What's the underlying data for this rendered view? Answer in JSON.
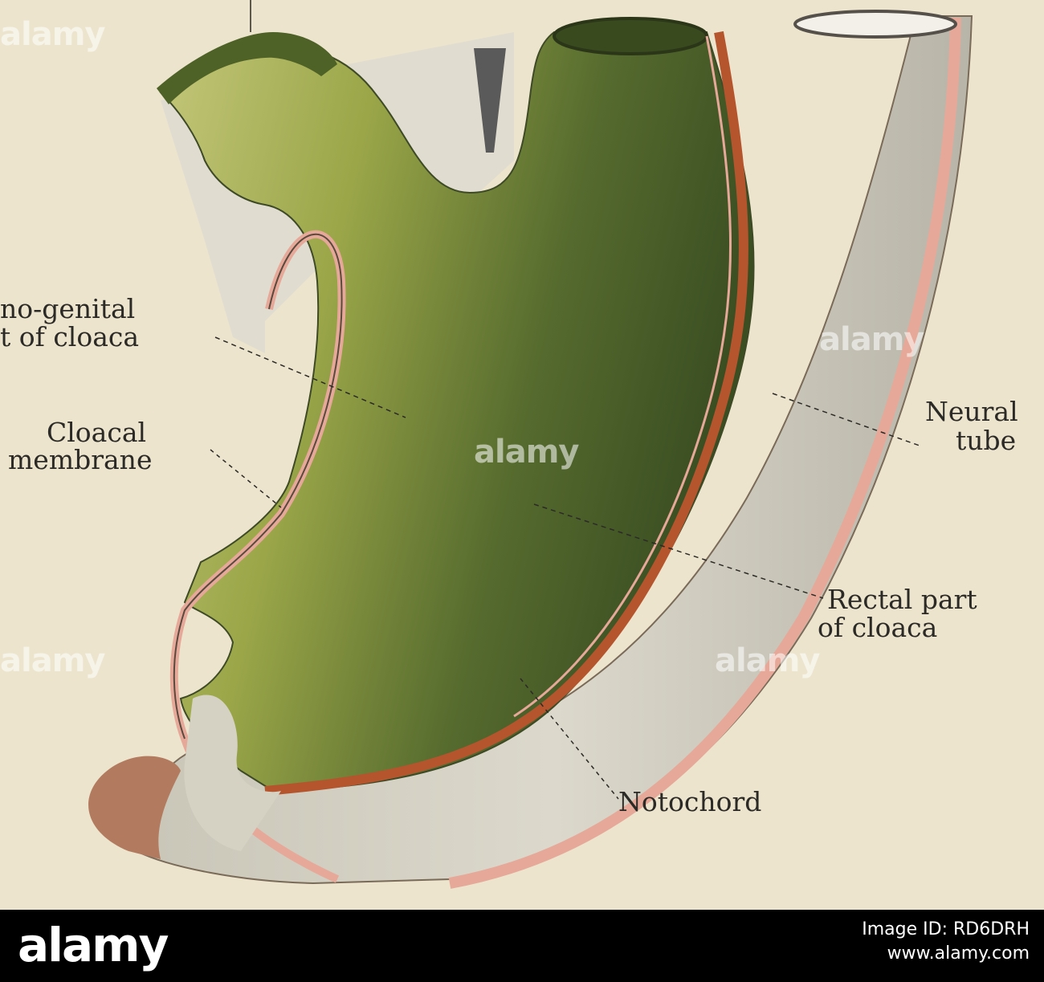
{
  "figure": {
    "labels": {
      "ano_genital_line1": "no-genital",
      "ano_genital_line2": "t of cloaca",
      "cloacal_line1": "Cloacal",
      "cloacal_line2": "membrane",
      "neural_line1": "Neural",
      "neural_line2": "tube",
      "rectal_line1": "Rectal part",
      "rectal_line2": "of cloaca",
      "notochord": "Notochord"
    },
    "watermark": "alamy"
  },
  "footer": {
    "brand": "alamy",
    "image_id_line1": "Image ID: RD6DRH",
    "image_id_line2": "www.alamy.com"
  },
  "colors": {
    "background": "#ece4cd",
    "gut_green": "#9aa648",
    "gut_dark": "#3f5424",
    "neural_tube_gray": "#d6d3c6",
    "notochord_red": "#b4552e",
    "ectoderm_pink": "#e6a898",
    "footer_bg": "#000000"
  }
}
